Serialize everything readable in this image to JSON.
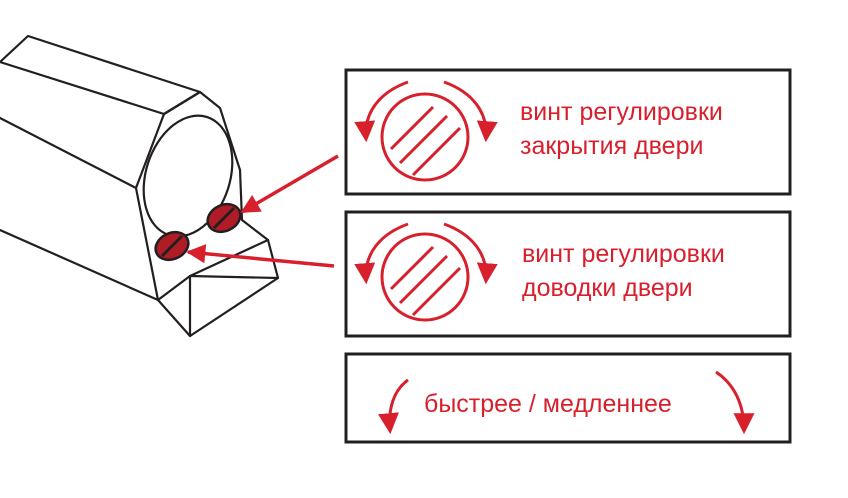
{
  "colors": {
    "accent": "#d8202d",
    "outline": "#231f20",
    "background": "#ffffff",
    "screw_fill": "#b01c26"
  },
  "icons": [
    "screw-icon",
    "rotate-arrows-icon",
    "pointer-arrow-icon"
  ],
  "panels": [
    {
      "line1": "винт регулировки",
      "line2": "закрытия двери"
    },
    {
      "line1": "винт регулировки",
      "line2": "доводки двери"
    },
    {
      "text": "быстрее / медленнее"
    }
  ]
}
